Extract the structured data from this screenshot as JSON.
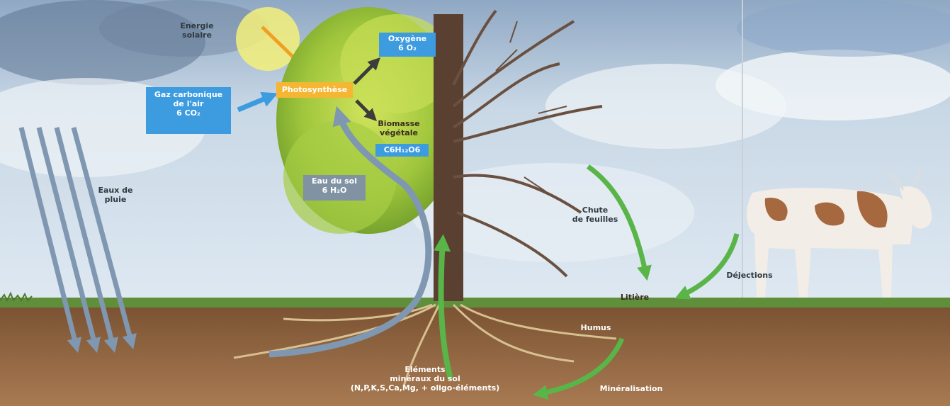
{
  "labels": {
    "energie": "Energie",
    "solaire": "solaire",
    "oxygene_title": "Oxygène",
    "oxygene_formula": "6 O₂",
    "gaz_line1": "Gaz carbonique",
    "gaz_line2": "de l'air",
    "gaz_formula": "6 CO₂",
    "photosynthese": "Photosynthèse",
    "biomasse_line1": "Biomasse",
    "biomasse_line2": "végétale",
    "biomasse_formula": "C6H₁₂O6",
    "eau_line1": "Eau du sol",
    "eau_line2": "6 H₂O",
    "pluie_line1": "Eaux de",
    "pluie_line2": "pluie",
    "chute_line1": "Chute",
    "chute_line2": "de feuilles",
    "dejections": "Déjections",
    "litiere": "Litière",
    "humus": "Humus",
    "mineraux_line1": "Eléments",
    "mineraux_line2": "minéraux du sol",
    "mineraux_line3": "(N,P,K,S,Ca,Mg, + oligo-éléments)",
    "mineralisation": "Minéralisation"
  },
  "colors": {
    "co2_box": "#3d9be0",
    "water_box": "#8193a3",
    "photosynthesis_box": "#f5b733",
    "green_arrow": "#59b548",
    "water_arrow": "#7f97b0",
    "sun": "#f4f07a"
  },
  "icons": [
    "sun-icon",
    "tree-icon",
    "cow-icon"
  ]
}
